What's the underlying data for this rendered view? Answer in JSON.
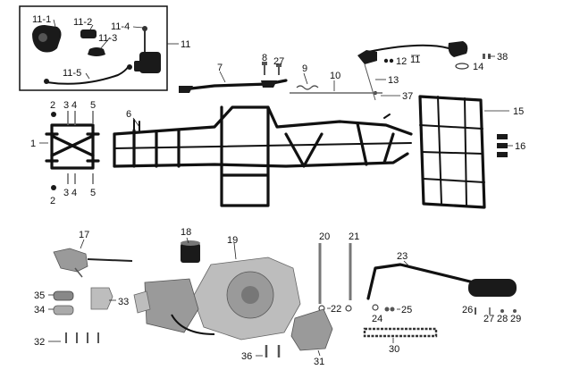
{
  "callouts": {
    "c11_1": "11-1",
    "c11_2": "11-2",
    "c11_3": "11-3",
    "c11_4": "11-4",
    "c11_5": "11-5",
    "c11_box": "11",
    "c11": "11",
    "c12": "12",
    "c13": "13",
    "c14": "14",
    "c37": "37",
    "c38": "38",
    "c1": "1",
    "c2a": "2",
    "c2b": "2",
    "c3a": "3",
    "c3b": "3",
    "c4a": "4",
    "c4b": "4",
    "c5a": "5",
    "c5b": "5",
    "c6": "6",
    "c7": "7",
    "c8": "8",
    "c9": "9",
    "c10": "10",
    "c15": "15",
    "c16": "16",
    "c17": "17",
    "c18": "18",
    "c19": "19",
    "c20": "20",
    "c21": "21",
    "c22": "22",
    "c23": "23",
    "c24": "24",
    "c25": "25",
    "c26": "26",
    "c27a": "27",
    "c27b": "27",
    "c28": "28",
    "c29": "29",
    "c30": "30",
    "c31": "31",
    "c32": "32",
    "c33": "33",
    "c34": "34",
    "c35": "35",
    "c36": "36"
  }
}
